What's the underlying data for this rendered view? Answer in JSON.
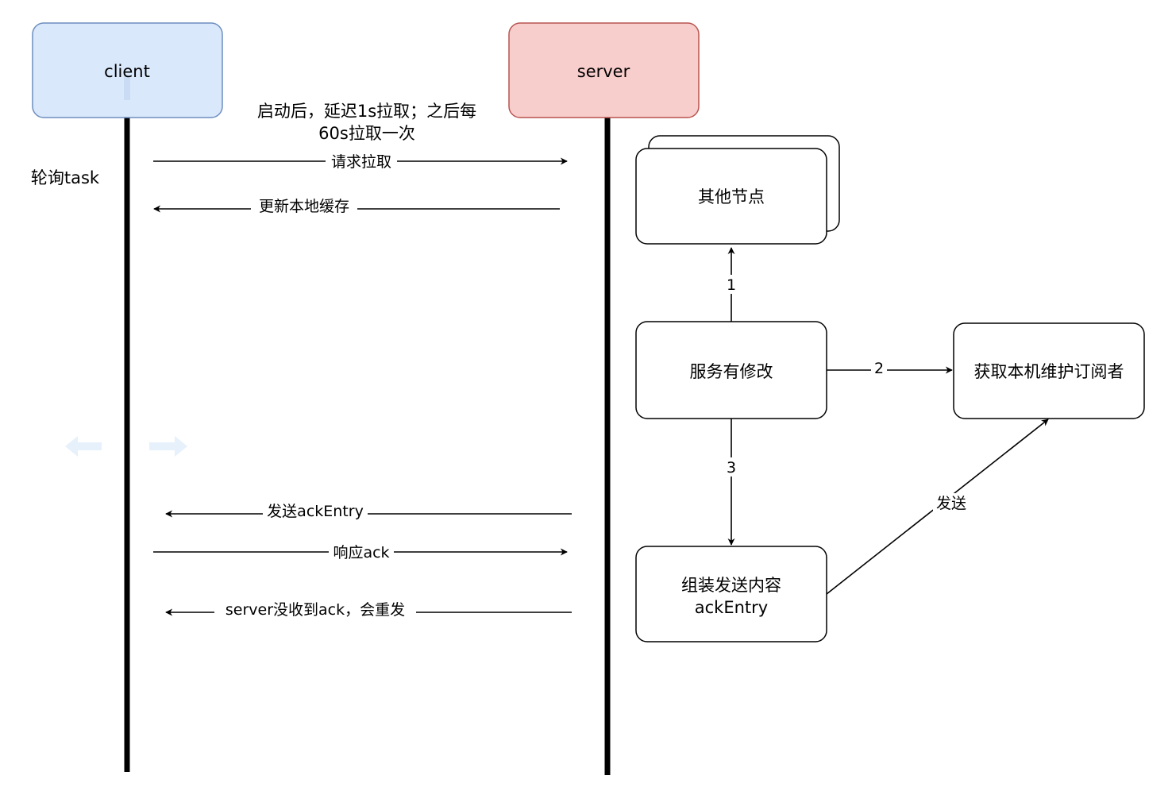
{
  "participants": {
    "client": {
      "label": "client",
      "fill": "#dae8fc",
      "stroke": "#6c8ebf"
    },
    "server": {
      "label": "server",
      "fill": "#f8cecc",
      "stroke": "#b85450"
    }
  },
  "notes": {
    "startup_line1": "启动后，延迟1s拉取；之后每",
    "startup_line2": "60s拉取一次",
    "polling_task": "轮询task"
  },
  "messages": {
    "request_pull": "请求拉取",
    "update_cache": "更新本地缓存",
    "send_ack_entry": "发送ackEntry",
    "respond_ack": "响应ack",
    "server_resend": "server没收到ack，会重发"
  },
  "nodes": {
    "other_nodes": "其他节点",
    "service_modified": "服务有修改",
    "get_subscribers": "获取本机维护订阅者",
    "assemble_line1": "组装发送内容",
    "assemble_line2": "ackEntry"
  },
  "edges": {
    "step1": "1",
    "step2": "2",
    "step3": "3",
    "send": "发送"
  }
}
